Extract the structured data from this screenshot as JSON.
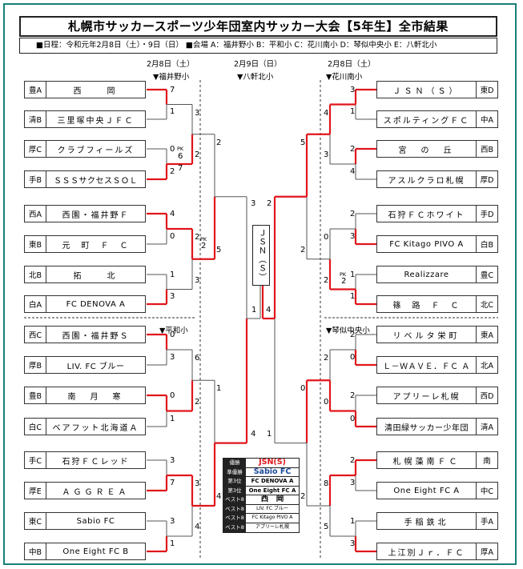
{
  "title": "札幌市サッカースポーツ少年団室内サッカー大会【5年生】全市結果",
  "info": "■日程：令和元年2月8日（土）・9日（日）  ■会場  A：福井野小  B：平和小  C：花川南小  D：琴似中央小     E：八軒北小",
  "dates": {
    "left": "2月8日（土）",
    "center": "2月9日（日）",
    "right": "2月8日（土）"
  },
  "venues": {
    "tl": "▼福井野小",
    "center": "▼八軒北小",
    "tr": "▼花川南小",
    "bl": "▼平和小",
    "br": "▼琴似中央小"
  },
  "left_teams": [
    {
      "code": "豊A",
      "name": "西　　岡"
    },
    {
      "code": "清B",
      "name": "三里塚中央ＪＦＣ"
    },
    {
      "code": "厚C",
      "name": "クラブフィールズ"
    },
    {
      "code": "手B",
      "name": "ＳＳＳサクセスＳＯＬ"
    },
    {
      "code": "西A",
      "name": "西園・福井野Ｆ"
    },
    {
      "code": "東B",
      "name": "元　町　Ｆ　Ｃ"
    },
    {
      "code": "北B",
      "name": "拓　　北"
    },
    {
      "code": "白A",
      "name": "FC DENOVA A"
    },
    {
      "code": "西C",
      "name": "西園・福井野Ｓ"
    },
    {
      "code": "厚B",
      "name": "LIV. FC ブルー"
    },
    {
      "code": "豊B",
      "name": "南　月　寒"
    },
    {
      "code": "白C",
      "name": "ベアフット北海道Ａ"
    },
    {
      "code": "手C",
      "name": "石狩ＦＣレッド"
    },
    {
      "code": "厚E",
      "name": "ＡＧＧＲＥＡ"
    },
    {
      "code": "東C",
      "name": "Sabio FC"
    },
    {
      "code": "中B",
      "name": "One Eight FC B"
    }
  ],
  "right_teams": [
    {
      "code": "東D",
      "name": "ＪＳＮ（Ｓ）"
    },
    {
      "code": "中A",
      "name": "スポルティングＦＣ"
    },
    {
      "code": "西B",
      "name": "宮　の　丘"
    },
    {
      "code": "厚D",
      "name": "アスルクラロ札幌"
    },
    {
      "code": "手D",
      "name": "石狩ＦＣホワイト"
    },
    {
      "code": "白B",
      "name": "FC Kitago PIVO A"
    },
    {
      "code": "豊C",
      "name": "Realizzare"
    },
    {
      "code": "北C",
      "name": "篠　路　Ｆ　Ｃ"
    },
    {
      "code": "東A",
      "name": "リベルタ栄町"
    },
    {
      "code": "北A",
      "name": "Ｌ－ＷＡＶＥ．ＦＣ Ａ"
    },
    {
      "code": "西D",
      "name": "アプリーレ札幌"
    },
    {
      "code": "清A",
      "name": "清田緑サッカー少年団"
    },
    {
      "code": "南",
      "name": "札幌藻南ＦＣ"
    },
    {
      "code": "中C",
      "name": "One Eight FC A"
    },
    {
      "code": "手A",
      "name": "手稲鉄北"
    },
    {
      "code": "厚A",
      "name": "上江別Ｊｒ．ＦＣ"
    }
  ],
  "champion_box": "ＪＳＮ（Ｓ）",
  "results": [
    {
      "label": "優勝",
      "value": "JSN(S)"
    },
    {
      "label": "準優勝",
      "value": "Sabio FC"
    },
    {
      "label": "第3位",
      "value": "FC DENOVA A"
    },
    {
      "label": "第3位",
      "value": "One Eight FC A"
    },
    {
      "label": "ベスト8",
      "value": "西　岡"
    },
    {
      "label": "ベスト8",
      "value": "LIV. FC ブルー"
    },
    {
      "label": "ベスト8",
      "value": "FC Kitago PIVO A"
    },
    {
      "label": "ベスト8",
      "value": "アプリーレ札幌"
    }
  ],
  "scores": {
    "l1": [
      "7",
      "1",
      "0",
      "2",
      "4",
      "0",
      "1",
      "3",
      "0",
      "3",
      "0",
      "1",
      "3",
      "7",
      "3",
      "1"
    ],
    "l1_pk": [
      "",
      "",
      "6",
      "7",
      "",
      "",
      "",
      ""
    ],
    "l2": [
      "3",
      "2",
      "2",
      "3",
      "6",
      "2",
      "3",
      "4"
    ],
    "l3": [
      "2",
      "5",
      "1",
      "4"
    ],
    "semi_top": [
      "3",
      "2"
    ],
    "semi_bottom": [
      "4",
      "1"
    ],
    "final": [
      "1",
      "4"
    ],
    "r1": [
      "3",
      "1",
      "2",
      "4",
      "2",
      "3",
      "1",
      "1",
      "2",
      "0",
      "2",
      "0",
      "2",
      "3",
      "1",
      "3"
    ],
    "r2": [
      "4",
      "3",
      "0",
      "2",
      "2",
      "0",
      "8",
      "5"
    ],
    "r3": [
      "5",
      "2",
      "0",
      "2"
    ],
    "pk_labels": [
      "PK",
      "PK",
      "PK"
    ],
    "pk_extra": [
      "2",
      "2",
      "2"
    ]
  },
  "colors": {
    "accent": "#e0161b",
    "frame": "#1a7f7a",
    "line": "#555555"
  }
}
